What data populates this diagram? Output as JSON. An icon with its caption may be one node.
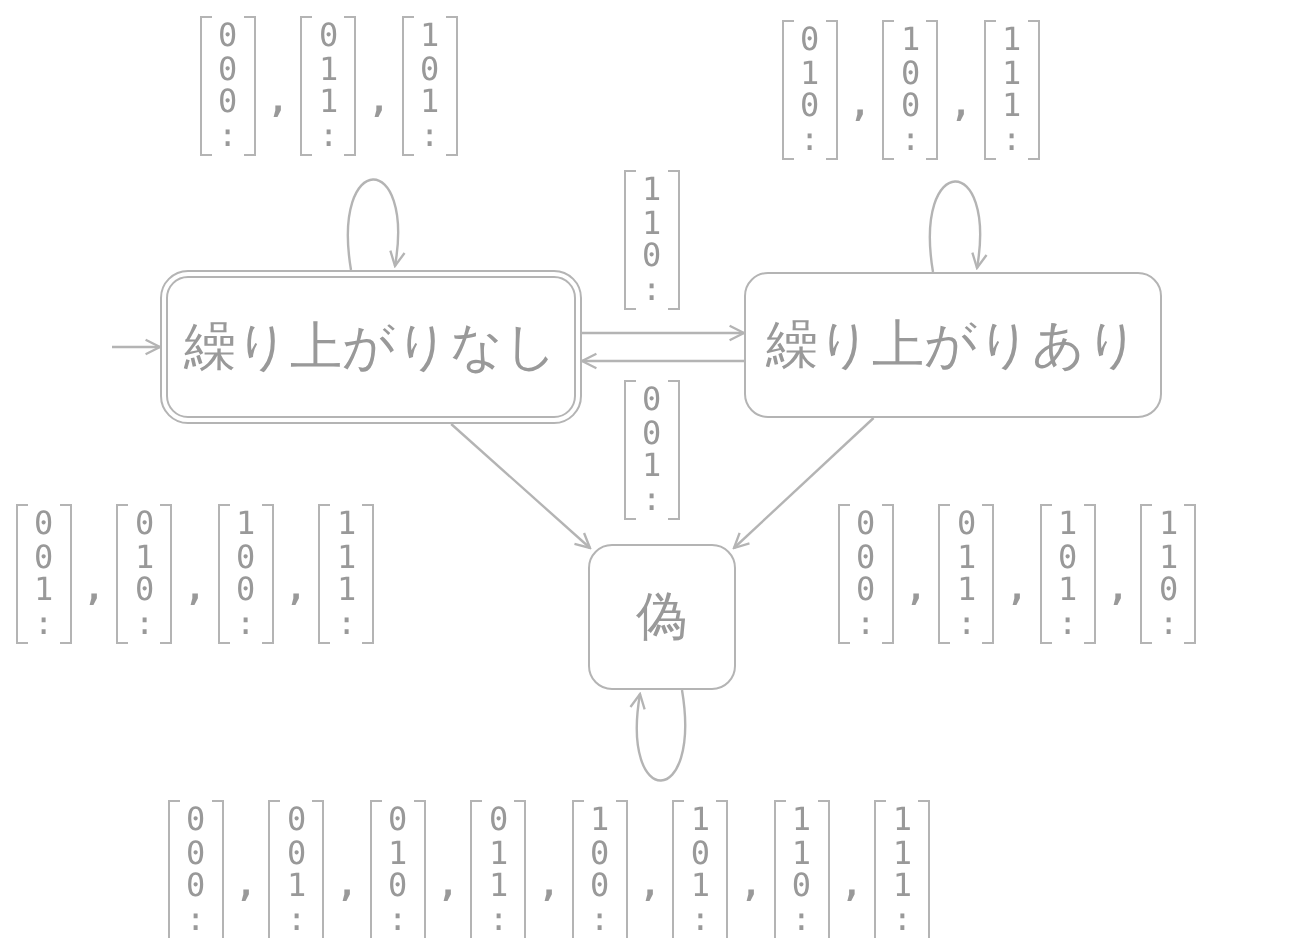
{
  "diagram": {
    "nodes": [
      {
        "text": [
          "繰り上がりなし"
        ]
      },
      {
        "text": [
          "繰り上がりあり"
        ]
      },
      {
        "text": [
          "偽"
        ]
      }
    ],
    "edges": [
      {
        "from": null,
        "to": 0,
        "arrow": "to"
      },
      {
        "from": 0,
        "to": 0,
        "arrow": "to",
        "label": "0 0 0 :, 0 1 1 :, 1 0 1 :"
      },
      {
        "from": 0,
        "to": 1,
        "arrow": "to",
        "label": "1 1 0 :"
      },
      {
        "from": 1,
        "to": 0,
        "arrow": "to",
        "label": "0 0 1 :"
      },
      {
        "from": 1,
        "to": 1,
        "arrow": "to",
        "label": "0 1 0 :, 1 0 0 :, 1 1 1 :"
      },
      {
        "from": 0,
        "to": 2,
        "arrow": "to",
        "label": "0 0 1 :, 0 1 0 :, 1 0 0 :, 1 1 1 :"
      },
      {
        "from": 1,
        "to": 2,
        "arrow": "to",
        "label": "0 0 0 :, 0 1 1 :, 1 0 1 :, 1 1 0 :"
      },
      {
        "from": 2,
        "to": 2,
        "arrow": "to",
        "label": "0 0 0 :, 0 0 1 :, 0 1 0 :, 0 1 1 :, 1 0 0 :, 1 0 1 :, 1 1 0 :, 1 1 1 :"
      }
    ]
  }
}
